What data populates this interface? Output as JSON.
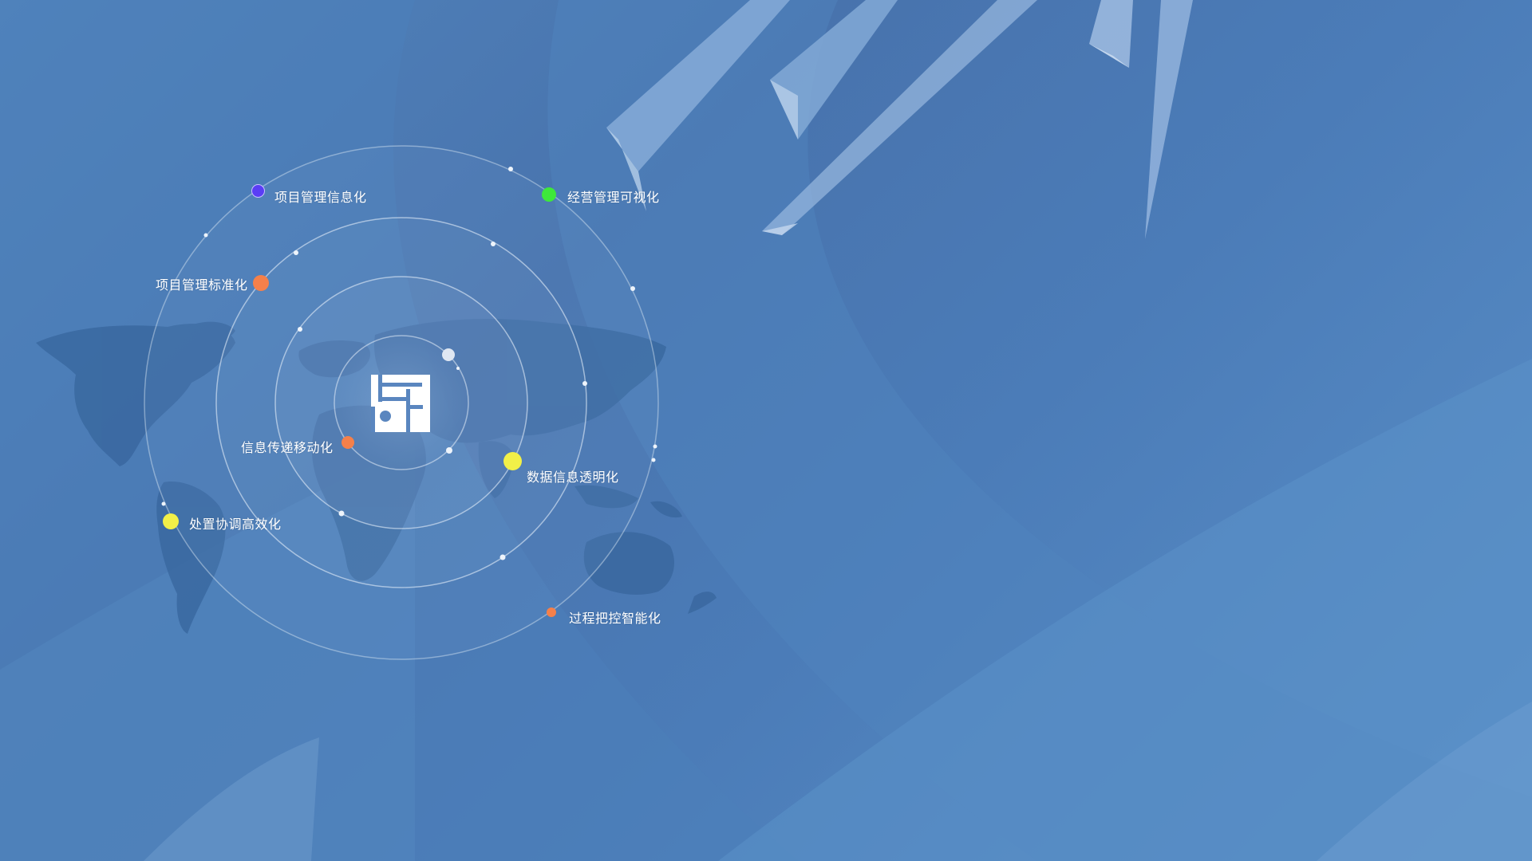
{
  "hub": {
    "logo": "hub-logo-icon",
    "nodes": [
      {
        "label": "项目管理信息化",
        "color": "#5a3df5"
      },
      {
        "label": "经营管理可视化",
        "color": "#3ee83a"
      },
      {
        "label": "项目管理标准化",
        "color": "#f5804a"
      },
      {
        "label": "信息传递移动化",
        "color": "#f5804a"
      },
      {
        "label": "数据信息透明化",
        "color": "#f2f048"
      },
      {
        "label": "处置协调高效化",
        "color": "#f2f048"
      },
      {
        "label": "过程把控智能化",
        "color": "#f5804a"
      }
    ]
  },
  "colors": {
    "background": "#4b7bb6",
    "ring": "#dce8f5",
    "map": "#3a68a0"
  }
}
